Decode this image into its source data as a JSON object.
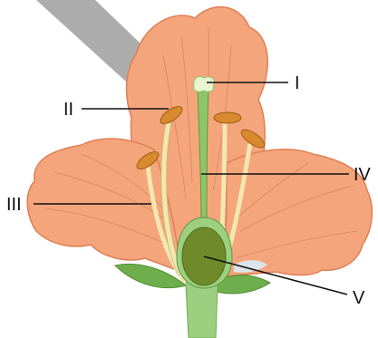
{
  "labels": {
    "i": "I",
    "ii": "II",
    "iii": "III",
    "iv": "IV",
    "v": "V"
  },
  "colors": {
    "petal": "#f4a57b",
    "petal_dark": "#e07f55",
    "petal_vein": "#c8683f",
    "filament": "#f3e7b0",
    "anther": "#d98a2e",
    "style": "#8fc46a",
    "ovary": "#6f8a2a",
    "sepal": "#6fae4c",
    "stalk": "#9ccf80",
    "pointer_bar": "#9e9e9e",
    "stigma": "#e8f5d0"
  }
}
